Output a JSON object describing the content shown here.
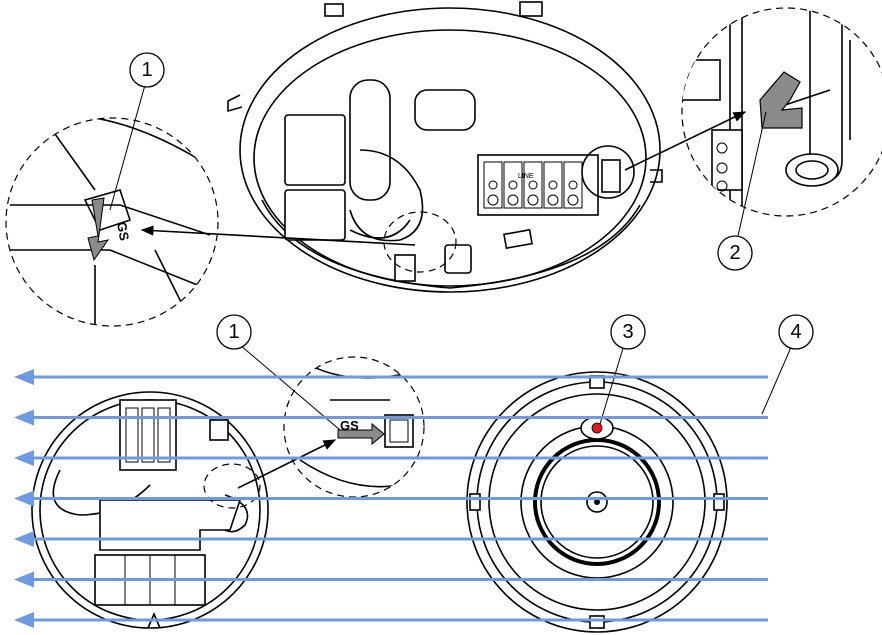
{
  "callouts": [
    {
      "id": "1",
      "label": "1"
    },
    {
      "id": "2",
      "label": "2"
    },
    {
      "id": "1b",
      "label": "1"
    },
    {
      "id": "3",
      "label": "3"
    },
    {
      "id": "4",
      "label": "4"
    }
  ],
  "labels": {
    "gs_marking": "GS",
    "terminal_line": "LINE"
  },
  "colors": {
    "airflow": "#6d9ae3",
    "led": "#e0191f",
    "highlight": "#8a8a8a"
  },
  "airflow_arrow_count": 7
}
